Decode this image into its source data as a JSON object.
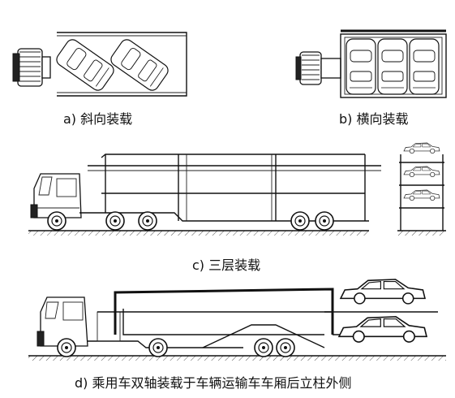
{
  "captions": {
    "a": "a) 斜向装载",
    "b": "b) 横向装载",
    "c": "c) 三层装载",
    "d": "d) 乘用车双轴装载于车辆运输车车厢后立柱外侧"
  }
}
